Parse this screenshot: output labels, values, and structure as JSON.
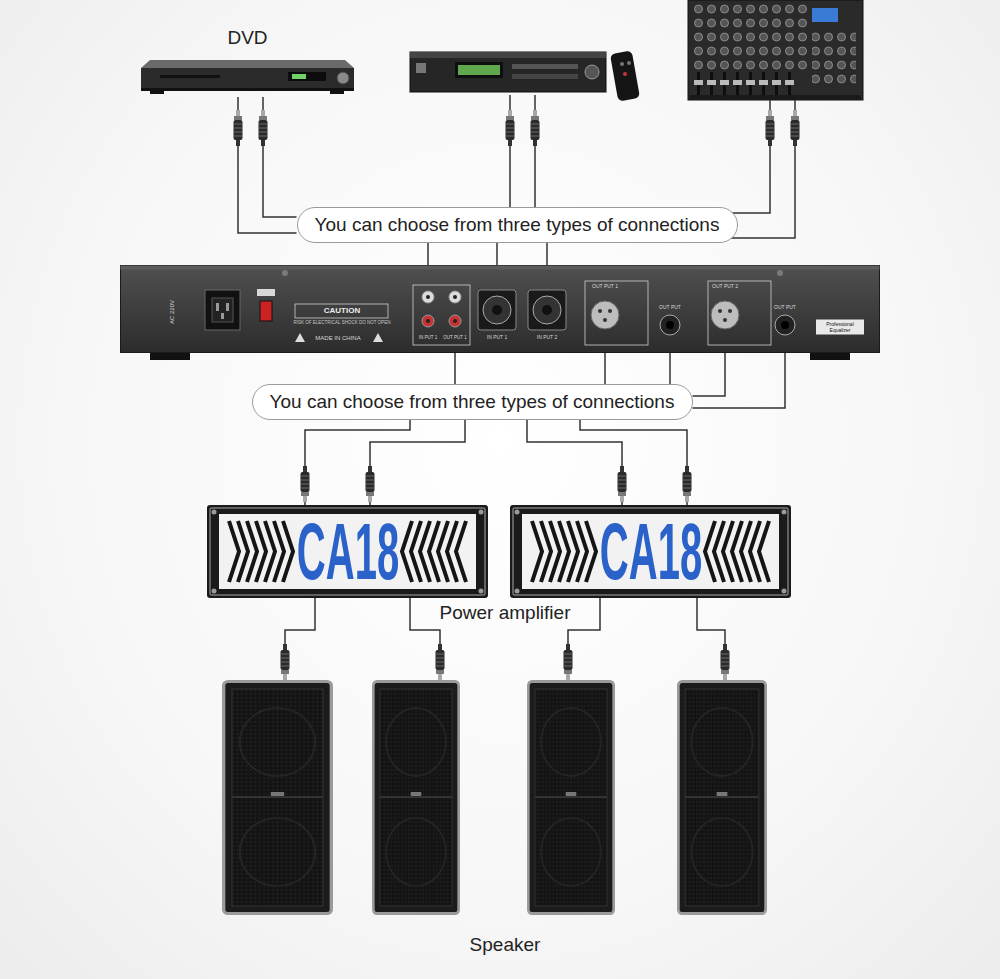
{
  "diagram": {
    "nodes": [
      {
        "text": [
          "DVD"
        ]
      },
      {
        "text": [
          "You can choose from three types of connections"
        ]
      },
      {
        "text": [
          "AC 220V",
          "CAUTION",
          "RISK OF ELECTRICAL SHOCK DO NOT OPEN",
          "MADE IN CHINA",
          "IN PUT 1",
          "OUT PUT 1",
          "IN PUT 1",
          "IN PUT 2",
          "OUT PUT 1",
          "OUT PUT",
          "OUT PUT 2",
          "OUT PUT",
          "Professional Equalizer"
        ]
      },
      {
        "text": [
          "You can choose from three types of connections"
        ]
      },
      {
        "text": [
          "CA18"
        ]
      },
      {
        "text": [
          "CA18"
        ]
      }
    ],
    "edges": [
      {
        "from": 0,
        "to": 1,
        "arrow": "none"
      },
      {
        "from": 1,
        "to": 2,
        "arrow": "none"
      },
      {
        "from": 2,
        "to": 3,
        "arrow": "none"
      },
      {
        "from": 3,
        "to": 4,
        "arrow": "none"
      },
      {
        "from": 3,
        "to": 5,
        "arrow": "none"
      }
    ],
    "labels": [
      "Power amplifier",
      "Speaker"
    ]
  }
}
